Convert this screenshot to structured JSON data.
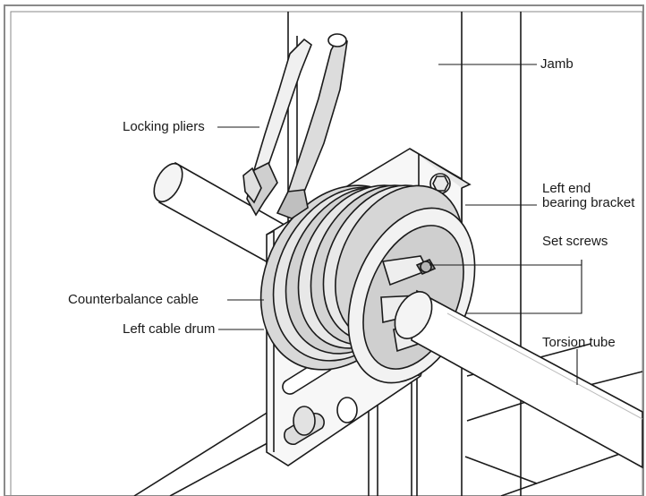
{
  "labels": {
    "jamb": "Jamb",
    "locking_pliers": "Locking pliers",
    "left_end_line1": "Left end",
    "left_end_line2": "bearing bracket",
    "set_screws": "Set screws",
    "counterbalance_cable": "Counterbalance cable",
    "left_cable_drum": "Left cable drum",
    "torsion_tube": "Torsion tube"
  },
  "colors": {
    "line": "#1a1a1a",
    "fill_light": "#ededed",
    "fill_mid": "#d6d6d6",
    "fill_dark": "#9a9a9a",
    "frame": "#8a8a8a"
  }
}
